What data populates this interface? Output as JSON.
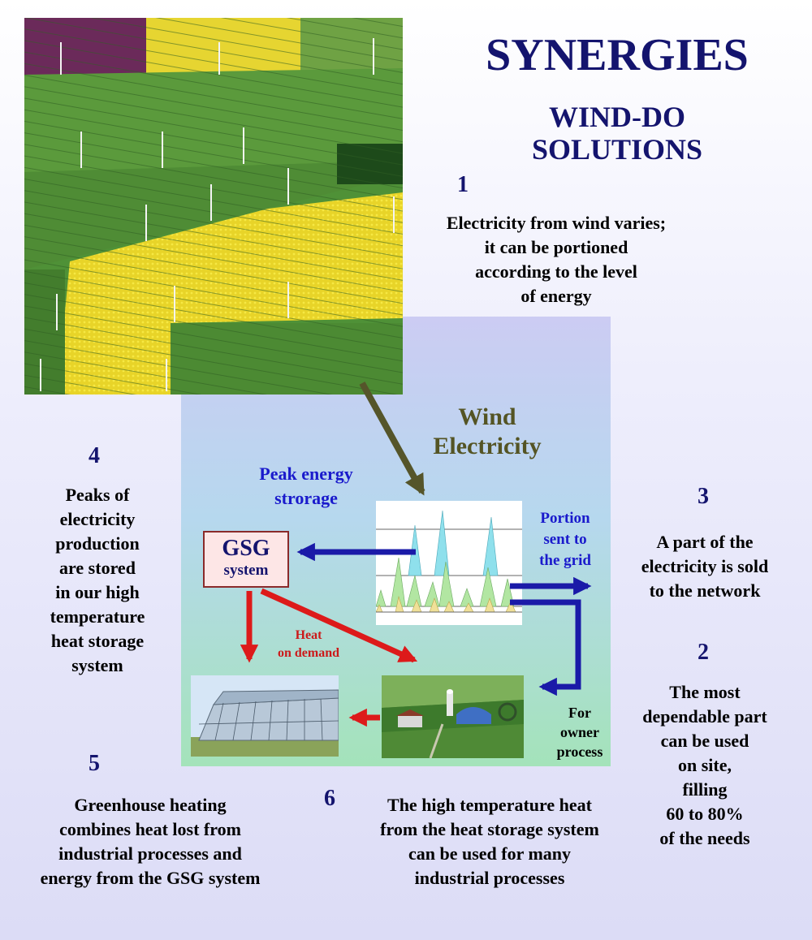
{
  "header": {
    "title": "SYNERGIES",
    "subtitle_lines": [
      "WIND-DO",
      "SOLUTIONS"
    ]
  },
  "steps": {
    "s1": {
      "number": "1",
      "lines": [
        "Electricity from wind varies;",
        "it can be portioned",
        "according to the level",
        "of energy"
      ]
    },
    "s2": {
      "number": "2",
      "lines": [
        "The most",
        "dependable part",
        "can be used",
        "on site,",
        "filling",
        "60 to 80%",
        "of the needs"
      ]
    },
    "s3": {
      "number": "3",
      "lines": [
        "A part of the",
        "electricity is sold",
        "to the network"
      ]
    },
    "s4": {
      "number": "4",
      "lines": [
        "Peaks of",
        "electricity",
        "production",
        "are stored",
        "in our high",
        "temperature",
        "heat storage",
        "system"
      ]
    },
    "s5": {
      "number": "5",
      "lines": [
        "Greenhouse heating",
        "combines heat lost from",
        "industrial processes and",
        "energy from the GSG system"
      ]
    },
    "s6": {
      "number": "6",
      "lines": [
        "The high temperature heat",
        "from the heat storage system",
        "can be used for many",
        "industrial processes"
      ]
    }
  },
  "diagram": {
    "wind_label": [
      "Wind",
      "Electricity"
    ],
    "peak_label": [
      "Peak energy",
      "strorage"
    ],
    "gsg_title": "GSG",
    "gsg_sub": "system",
    "portion_label": [
      "Portion",
      "sent to",
      "the grid"
    ],
    "heat_label": [
      "Heat",
      "on demand"
    ],
    "owner_label": [
      "For",
      "owner",
      "process"
    ]
  },
  "colors": {
    "title": "#14146e",
    "blue_arrow": "#1a1aa8",
    "red_arrow": "#dd1a1a",
    "olive_arrow": "#55552a",
    "wind_text": "#545424"
  }
}
